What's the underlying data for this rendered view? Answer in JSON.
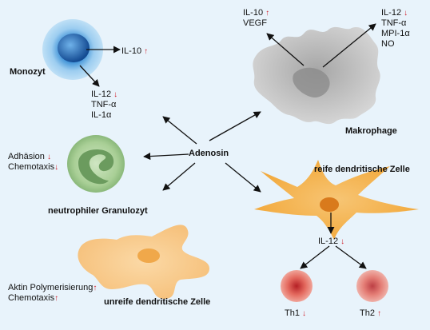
{
  "center": {
    "label": "Adenosin"
  },
  "arrows": {
    "up": "↑",
    "down": "↓"
  },
  "monocyte": {
    "name": "Monozyt",
    "up_effects": [
      "IL-10"
    ],
    "down_effects": [
      "IL-12",
      "TNF-α",
      "IL-1α"
    ]
  },
  "macrophage": {
    "name": "Makrophage",
    "up_effects": [
      "IL-10",
      "VEGF"
    ],
    "down_effects": [
      "IL-12",
      "TNF-α",
      "MPI-1α",
      "NO"
    ]
  },
  "neutrophil": {
    "name": "neutrophiler Granulozyt",
    "effects": [
      "Adhäsion",
      "Chemotaxis"
    ]
  },
  "mature_dc": {
    "name": "reife dendritische Zelle",
    "effect": "IL-12",
    "th1": "Th1",
    "th2": "Th2"
  },
  "immature_dc": {
    "name": "unreife dendritische Zelle",
    "effects": [
      "Aktin Polymerisierung",
      "Chemotaxis"
    ]
  },
  "colors": {
    "background": "#e8f3fb",
    "arrow_up_down": "#d0202a",
    "monocyte": "#3a8fd6",
    "macrophage": "#8f8f8f",
    "neutrophil": "#8ab87a",
    "dendritic": "#f2b04a",
    "t_cell": "#d9534f"
  }
}
